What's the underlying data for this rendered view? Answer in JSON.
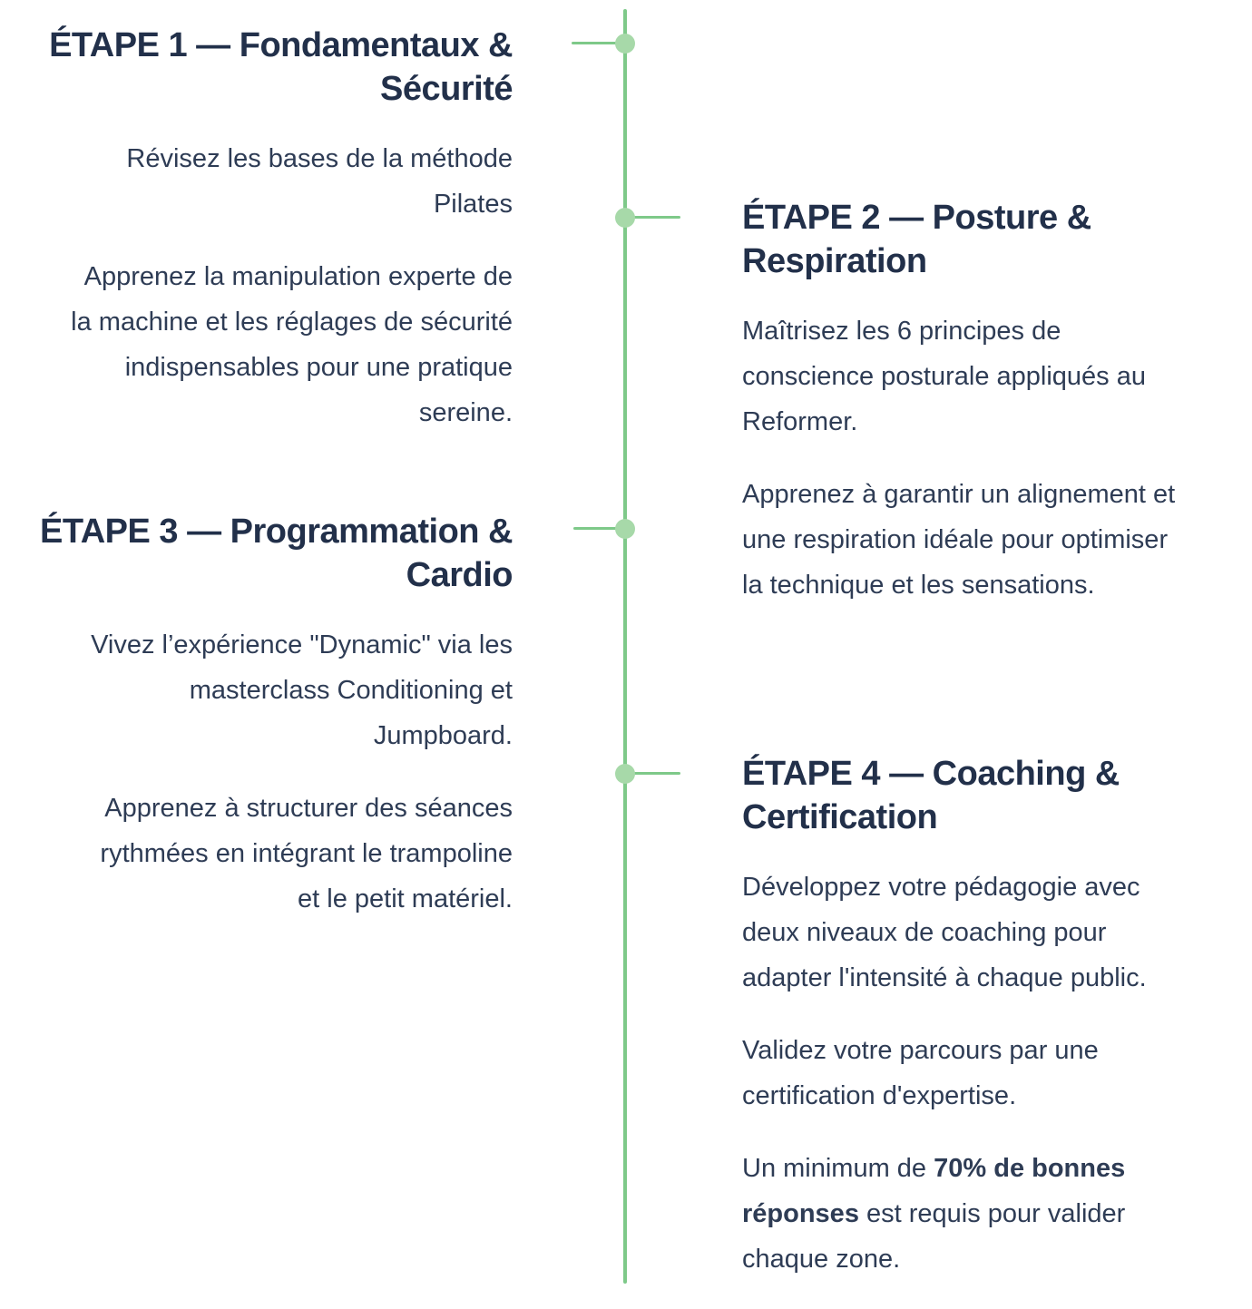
{
  "colors": {
    "timeline_line": "#7ec989",
    "timeline_dot": "#a7d9a9",
    "heading_text": "#22304a",
    "body_text": "#2e3c55",
    "background": "#ffffff"
  },
  "steps": [
    {
      "title_lines": [
        "ÉTAPE 1 — Fondamentaux &",
        "Sécurité"
      ],
      "paragraphs": [
        [
          "Révisez les bases de la méthode",
          "Pilates"
        ],
        [
          "Apprenez la manipulation experte de",
          "la machine et les réglages de sécurité",
          "indispensables pour une pratique",
          "sereine."
        ]
      ]
    },
    {
      "title_lines": [
        "ÉTAPE 2 — Posture &",
        "Respiration"
      ],
      "paragraphs": [
        [
          "Maîtrisez les 6 principes de",
          "conscience posturale appliqués au",
          "Reformer."
        ],
        [
          "Apprenez à garantir un alignement et",
          "une respiration idéale pour optimiser",
          "la technique et les sensations."
        ]
      ]
    },
    {
      "title_lines": [
        "ÉTAPE 3 — Programmation &",
        "Cardio"
      ],
      "paragraphs": [
        [
          "Vivez l’expérience \"Dynamic\" via les",
          "masterclass Conditioning et",
          "Jumpboard."
        ],
        [
          "Apprenez à structurer des séances",
          "rythmées en intégrant le trampoline",
          "et le petit matériel."
        ]
      ]
    },
    {
      "title_lines": [
        "ÉTAPE 4 — Coaching &",
        "Certification"
      ],
      "paragraphs": [
        [
          "Développez votre pédagogie avec",
          "deux niveaux de coaching pour",
          "adapter l'intensité à chaque public."
        ],
        [
          "Validez votre parcours par une",
          "certification d'expertise."
        ]
      ],
      "rich_paragraph": {
        "line1_plain": "Un minimum de ",
        "line1_bold": "70% de bonnes",
        "line2_bold": "réponses",
        "line2_plain": " est requis pour valider",
        "line3_plain": "chaque zone."
      }
    }
  ]
}
